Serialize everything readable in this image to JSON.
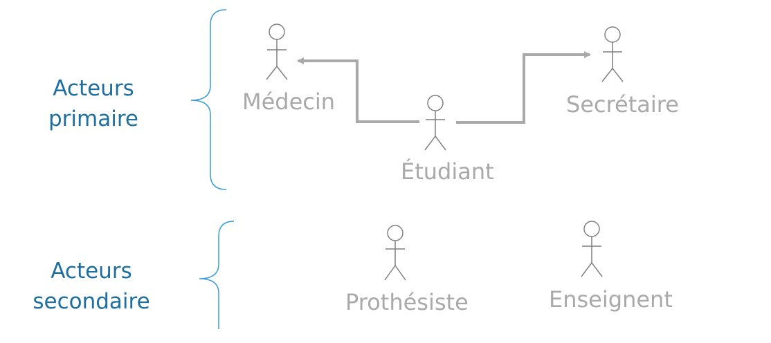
{
  "groups": {
    "primary": {
      "line1": "Acteurs",
      "line2": "primaire"
    },
    "secondary": {
      "line1": "Acteurs",
      "line2": "secondaire"
    }
  },
  "actors": {
    "medecin": "Médecin",
    "etudiant": "Étudiant",
    "secretaire": "Secrétaire",
    "prothesiste": "Prothésiste",
    "enseignant": "Enseignent"
  },
  "colors": {
    "group_label": "#1e6fa0",
    "brace": "#3a9bd5",
    "actor": "#a9a9a9",
    "actor_outline": "#7f7f7f"
  }
}
